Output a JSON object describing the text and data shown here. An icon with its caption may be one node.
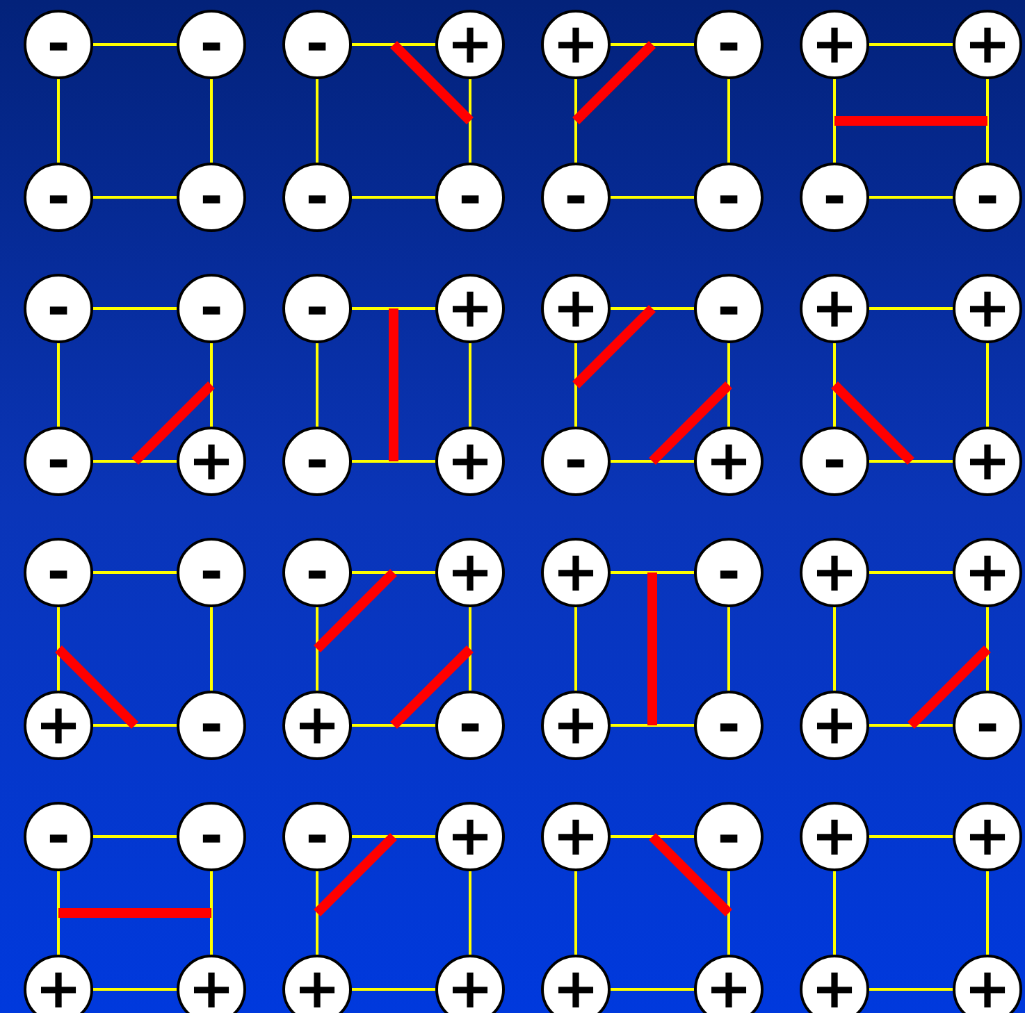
{
  "diagram": {
    "nodes": [
      {
        "text": [
          "-"
        ]
      },
      {
        "text": [
          "-"
        ]
      },
      {
        "text": [
          "-"
        ]
      },
      {
        "text": [
          "-"
        ]
      },
      {
        "text": [
          "-"
        ]
      },
      {
        "text": [
          "+"
        ]
      },
      {
        "text": [
          "-"
        ]
      },
      {
        "text": [
          "-"
        ]
      },
      {
        "text": [
          "+"
        ]
      },
      {
        "text": [
          "-"
        ]
      },
      {
        "text": [
          "-"
        ]
      },
      {
        "text": [
          "-"
        ]
      },
      {
        "text": [
          "+"
        ]
      },
      {
        "text": [
          "+"
        ]
      },
      {
        "text": [
          "-"
        ]
      },
      {
        "text": [
          "-"
        ]
      },
      {
        "text": [
          "-"
        ]
      },
      {
        "text": [
          "-"
        ]
      },
      {
        "text": [
          "-"
        ]
      },
      {
        "text": [
          "+"
        ]
      },
      {
        "text": [
          "-"
        ]
      },
      {
        "text": [
          "+"
        ]
      },
      {
        "text": [
          "-"
        ]
      },
      {
        "text": [
          "+"
        ]
      },
      {
        "text": [
          "+"
        ]
      },
      {
        "text": [
          "-"
        ]
      },
      {
        "text": [
          "-"
        ]
      },
      {
        "text": [
          "+"
        ]
      },
      {
        "text": [
          "+"
        ]
      },
      {
        "text": [
          "+"
        ]
      },
      {
        "text": [
          "-"
        ]
      },
      {
        "text": [
          "+"
        ]
      },
      {
        "text": [
          "-"
        ]
      },
      {
        "text": [
          "-"
        ]
      },
      {
        "text": [
          "+"
        ]
      },
      {
        "text": [
          "-"
        ]
      },
      {
        "text": [
          "-"
        ]
      },
      {
        "text": [
          "+"
        ]
      },
      {
        "text": [
          "+"
        ]
      },
      {
        "text": [
          "-"
        ]
      },
      {
        "text": [
          "+"
        ]
      },
      {
        "text": [
          "-"
        ]
      },
      {
        "text": [
          "+"
        ]
      },
      {
        "text": [
          "-"
        ]
      },
      {
        "text": [
          "+"
        ]
      },
      {
        "text": [
          "+"
        ]
      },
      {
        "text": [
          "+"
        ]
      },
      {
        "text": [
          "-"
        ]
      },
      {
        "text": [
          "-"
        ]
      },
      {
        "text": [
          "-"
        ]
      },
      {
        "text": [
          "+"
        ]
      },
      {
        "text": [
          "+"
        ]
      },
      {
        "text": [
          "-"
        ]
      },
      {
        "text": [
          "+"
        ]
      },
      {
        "text": [
          "+"
        ]
      },
      {
        "text": [
          "+"
        ]
      },
      {
        "text": [
          "+"
        ]
      },
      {
        "text": [
          "-"
        ]
      },
      {
        "text": [
          "+"
        ]
      },
      {
        "text": [
          "+"
        ]
      },
      {
        "text": [
          "+"
        ]
      },
      {
        "text": [
          "+"
        ]
      },
      {
        "text": [
          "+"
        ]
      },
      {
        "text": [
          "+"
        ]
      }
    ],
    "edges": [
      {
        "from": 0,
        "to": 1,
        "arrow": "none"
      },
      {
        "from": 0,
        "to": 2,
        "arrow": "none"
      },
      {
        "from": 1,
        "to": 3,
        "arrow": "none"
      },
      {
        "from": 2,
        "to": 3,
        "arrow": "none"
      },
      {
        "from": 4,
        "to": 5,
        "arrow": "none"
      },
      {
        "from": 4,
        "to": 6,
        "arrow": "none"
      },
      {
        "from": 5,
        "to": 7,
        "arrow": "none"
      },
      {
        "from": 6,
        "to": 7,
        "arrow": "none"
      },
      {
        "from": 8,
        "to": 9,
        "arrow": "none"
      },
      {
        "from": 8,
        "to": 10,
        "arrow": "none"
      },
      {
        "from": 9,
        "to": 11,
        "arrow": "none"
      },
      {
        "from": 10,
        "to": 11,
        "arrow": "none"
      },
      {
        "from": 12,
        "to": 13,
        "arrow": "none"
      },
      {
        "from": 12,
        "to": 14,
        "arrow": "none"
      },
      {
        "from": 13,
        "to": 15,
        "arrow": "none"
      },
      {
        "from": 14,
        "to": 15,
        "arrow": "none"
      },
      {
        "from": 16,
        "to": 17,
        "arrow": "none"
      },
      {
        "from": 16,
        "to": 18,
        "arrow": "none"
      },
      {
        "from": 17,
        "to": 19,
        "arrow": "none"
      },
      {
        "from": 18,
        "to": 19,
        "arrow": "none"
      },
      {
        "from": 20,
        "to": 21,
        "arrow": "none"
      },
      {
        "from": 20,
        "to": 22,
        "arrow": "none"
      },
      {
        "from": 21,
        "to": 23,
        "arrow": "none"
      },
      {
        "from": 22,
        "to": 23,
        "arrow": "none"
      },
      {
        "from": 24,
        "to": 25,
        "arrow": "none"
      },
      {
        "from": 24,
        "to": 26,
        "arrow": "none"
      },
      {
        "from": 25,
        "to": 27,
        "arrow": "none"
      },
      {
        "from": 26,
        "to": 27,
        "arrow": "none"
      },
      {
        "from": 28,
        "to": 29,
        "arrow": "none"
      },
      {
        "from": 28,
        "to": 30,
        "arrow": "none"
      },
      {
        "from": 29,
        "to": 31,
        "arrow": "none"
      },
      {
        "from": 30,
        "to": 31,
        "arrow": "none"
      },
      {
        "from": 32,
        "to": 33,
        "arrow": "none"
      },
      {
        "from": 32,
        "to": 34,
        "arrow": "none"
      },
      {
        "from": 33,
        "to": 35,
        "arrow": "none"
      },
      {
        "from": 34,
        "to": 35,
        "arrow": "none"
      },
      {
        "from": 36,
        "to": 37,
        "arrow": "none"
      },
      {
        "from": 36,
        "to": 38,
        "arrow": "none"
      },
      {
        "from": 37,
        "to": 39,
        "arrow": "none"
      },
      {
        "from": 38,
        "to": 39,
        "arrow": "none"
      },
      {
        "from": 40,
        "to": 41,
        "arrow": "none"
      },
      {
        "from": 40,
        "to": 42,
        "arrow": "none"
      },
      {
        "from": 41,
        "to": 43,
        "arrow": "none"
      },
      {
        "from": 42,
        "to": 43,
        "arrow": "none"
      },
      {
        "from": 44,
        "to": 45,
        "arrow": "none"
      },
      {
        "from": 44,
        "to": 46,
        "arrow": "none"
      },
      {
        "from": 45,
        "to": 47,
        "arrow": "none"
      },
      {
        "from": 46,
        "to": 47,
        "arrow": "none"
      },
      {
        "from": 48,
        "to": 49,
        "arrow": "none"
      },
      {
        "from": 48,
        "to": 50,
        "arrow": "none"
      },
      {
        "from": 49,
        "to": 51,
        "arrow": "none"
      },
      {
        "from": 50,
        "to": 51,
        "arrow": "none"
      },
      {
        "from": 52,
        "to": 53,
        "arrow": "none"
      },
      {
        "from": 52,
        "to": 54,
        "arrow": "none"
      },
      {
        "from": 53,
        "to": 55,
        "arrow": "none"
      },
      {
        "from": 54,
        "to": 55,
        "arrow": "none"
      },
      {
        "from": 56,
        "to": 57,
        "arrow": "none"
      },
      {
        "from": 56,
        "to": 58,
        "arrow": "none"
      },
      {
        "from": 57,
        "to": 59,
        "arrow": "none"
      },
      {
        "from": 58,
        "to": 59,
        "arrow": "none"
      },
      {
        "from": 60,
        "to": 61,
        "arrow": "none"
      },
      {
        "from": 60,
        "to": 62,
        "arrow": "none"
      },
      {
        "from": 61,
        "to": 63,
        "arrow": "none"
      },
      {
        "from": 62,
        "to": 63,
        "arrow": "none"
      }
    ]
  }
}
